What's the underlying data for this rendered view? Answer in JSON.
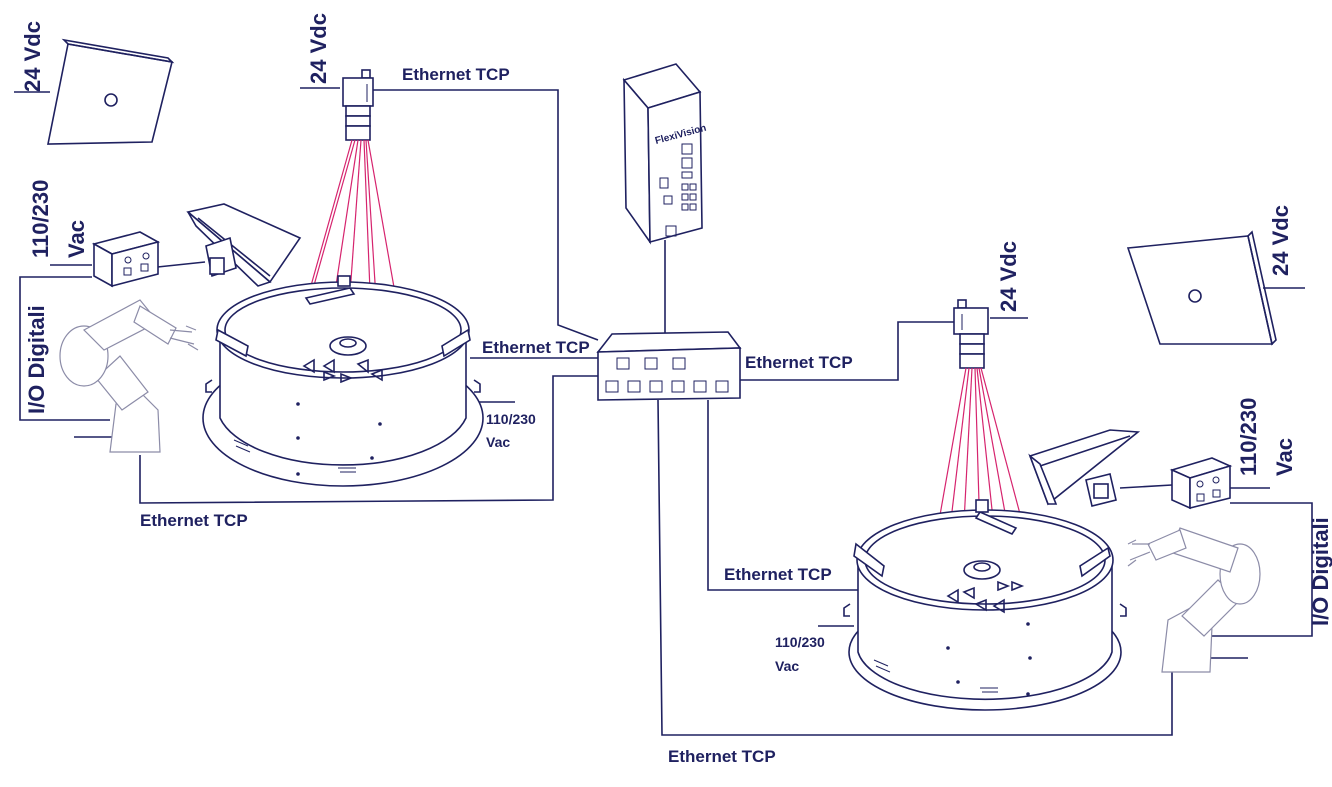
{
  "labels": {
    "eth_camera1": "Ethernet TCP",
    "eth_feeder1": "Ethernet TCP",
    "eth_camera2": "Ethernet TCP",
    "eth_robot1": "Ethernet TCP",
    "eth_feeder2": "Ethernet TCP",
    "eth_robot2": "Ethernet TCP",
    "v24_panel1": "24 Vdc",
    "v24_camera1": "24 Vdc",
    "v24_camera2": "24 Vdc",
    "v24_panel2": "24 Vdc",
    "vac_box1_line1": "110/230",
    "vac_box1_line2": "Vac",
    "vac_feeder1_line1": "110/230",
    "vac_feeder1_line2": "Vac",
    "vac_feeder2_line1": "110/230",
    "vac_feeder2_line2": "Vac",
    "vac_box2_line1": "110/230",
    "vac_box2_line2": "Vac",
    "io_left": "I/O Digitali",
    "io_right": "I/O Digitali",
    "controller_brand": "FlexiVision"
  },
  "colors": {
    "ink": "#1f2160",
    "laser": "#d6246e",
    "robot": "#8c8ca8"
  }
}
